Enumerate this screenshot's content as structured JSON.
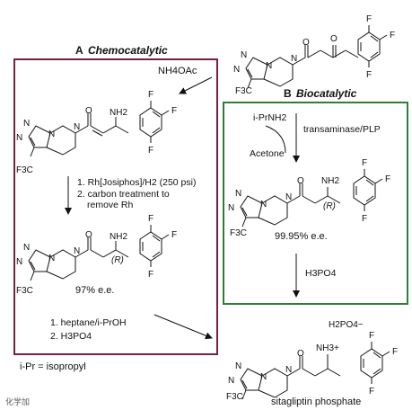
{
  "panels": {
    "chemo": {
      "letter": "A",
      "title": "Chemocatalytic",
      "border_color": "#7a1f3d",
      "title_color": "#7a1f3d"
    },
    "bio": {
      "letter": "B",
      "title": "Biocatalytic",
      "border_color": "#2e7d3a",
      "title_color": "#2e7d3a"
    }
  },
  "reagents": {
    "amination": "NH4OAc",
    "hydrogenation_step1": "1. Rh[Josiphos]/H2 (250 psi)",
    "hydrogenation_step2": "2. carbon treatment to",
    "hydrogenation_step2b": "remove Rh",
    "salt_step1": "1. heptane/i-PrOH",
    "salt_step2": "2. H3PO4",
    "amine_donor": "i-PrNH2",
    "enzyme": "transaminase/PLP",
    "byproduct": "Acetone",
    "acid": "H3PO4"
  },
  "labels": {
    "ee_chemo": "97% e.e.",
    "ee_bio": "99.95% e.e.",
    "product_name": "sitagliptin phosphate",
    "footnote": "i-Pr = isopropyl",
    "stereo": "(R)",
    "cf3": "F3C",
    "nh2": "NH2",
    "nh3": "NH3+",
    "counterion": "H2PO4−",
    "fluorine": "F",
    "oxygen": "O",
    "nitrogen": "N"
  },
  "watermark": "化学加"
}
